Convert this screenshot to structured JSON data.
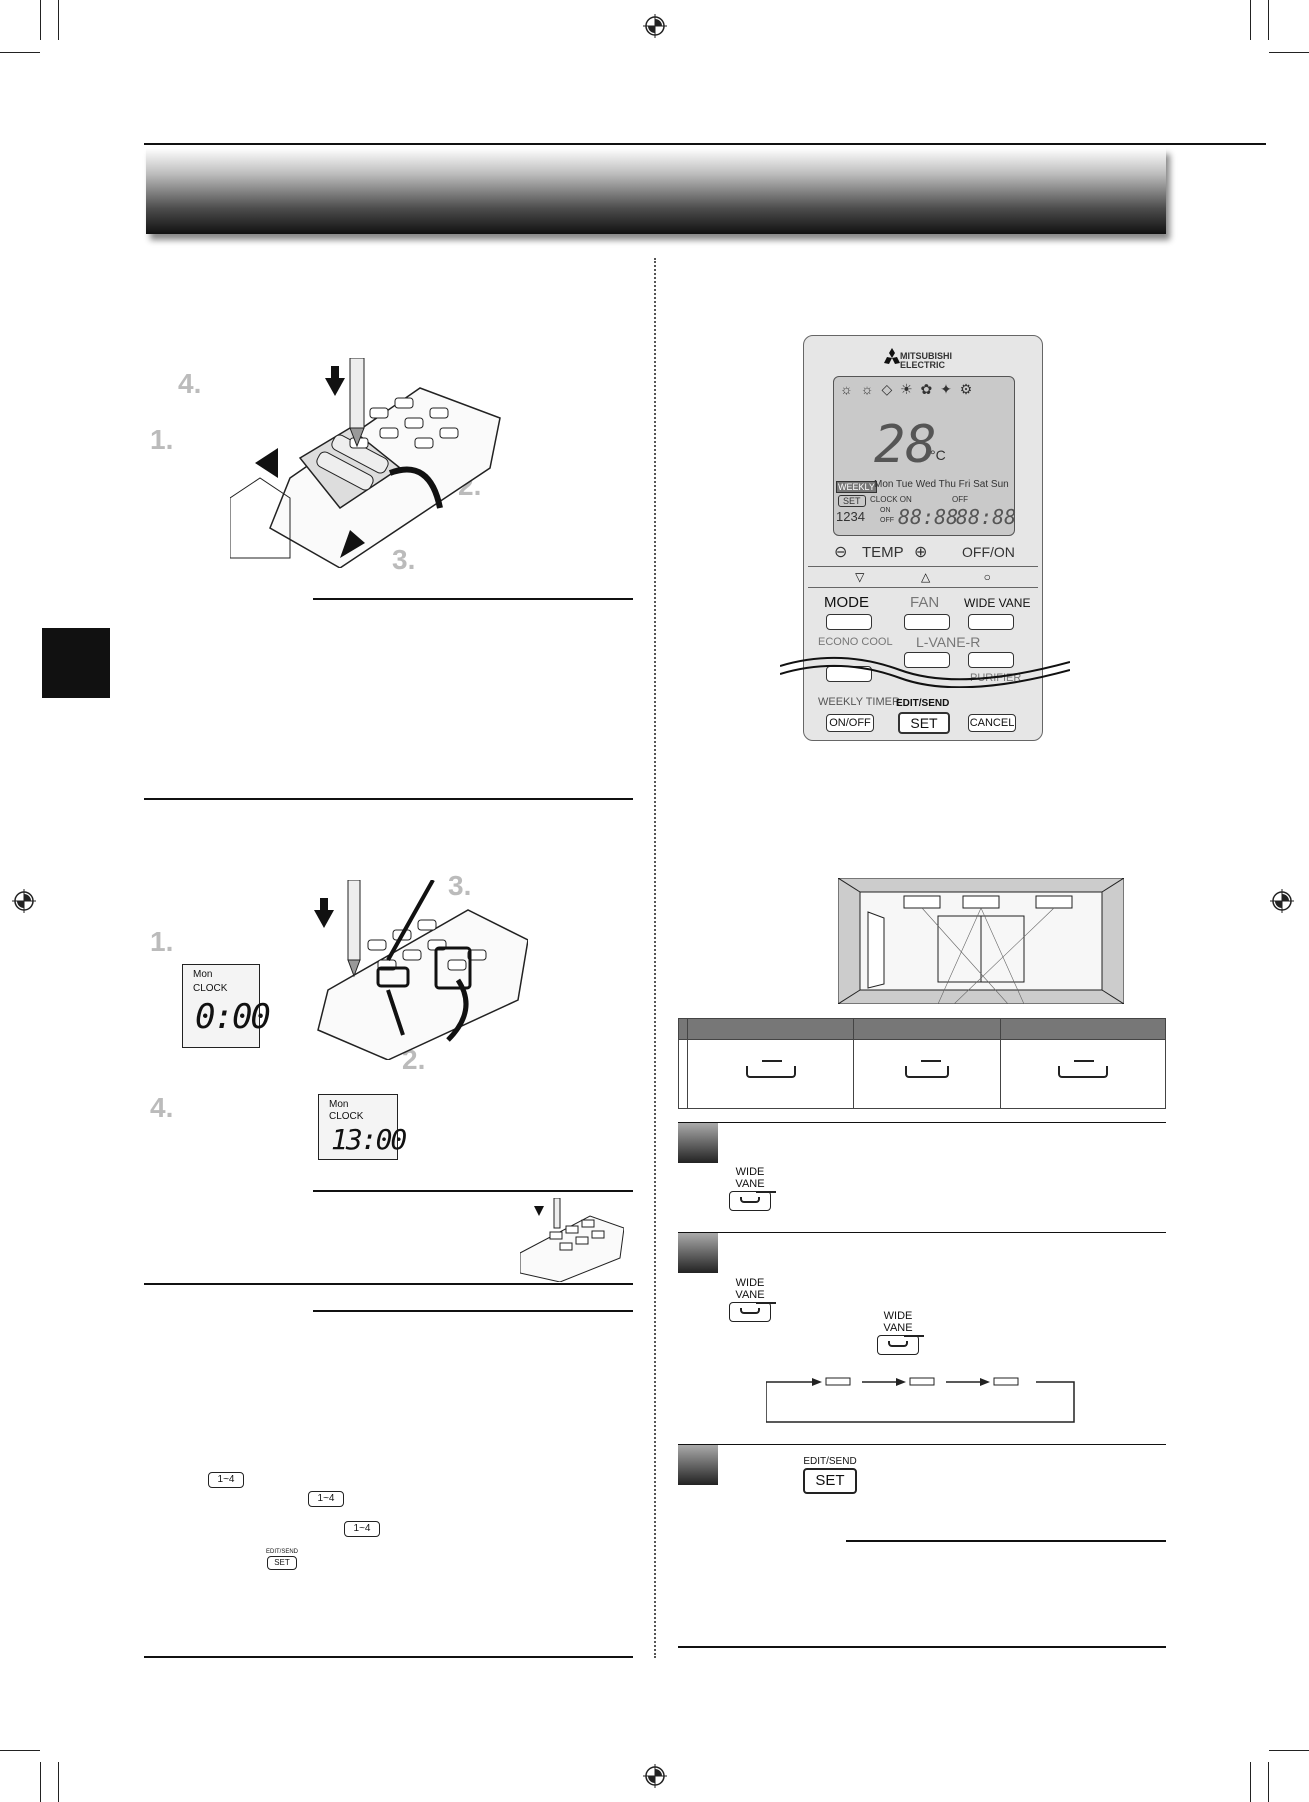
{
  "steps": {
    "battery": [
      "4.",
      "1.",
      "2.",
      "3."
    ],
    "clock": [
      "3.",
      "1.",
      "2.",
      "4."
    ]
  },
  "clock_display_1": {
    "day": "Mon",
    "label": "CLOCK",
    "time": "0:00"
  },
  "clock_display_2": {
    "day": "Mon",
    "label": "CLOCK",
    "time": "13:00"
  },
  "remote": {
    "brand": "MITSUBISHI ELECTRIC",
    "lcd_temp": "28",
    "lcd_unit": "°C",
    "lcd_weekly": "WEEKLY",
    "lcd_days": "Mon Tue Wed Thu Fri Sat Sun",
    "lcd_set": "SET",
    "lcd_clock_on": "CLOCK ON",
    "lcd_off": "OFF",
    "lcd_1234": "1234",
    "lcd_on": "ON",
    "lcd_off2": "OFF",
    "lcd_time1": "88:88",
    "lcd_time2": "88:88",
    "temp": "TEMP",
    "off_on": "OFF/ON",
    "mode": "MODE",
    "fan": "FAN",
    "wide_vane": "WIDE VANE",
    "econo_cool": "ECONO COOL",
    "l_vane_r": "L-VANE-R",
    "purifier": "PURIFIER",
    "weekly_timer": "WEEKLY TIMER",
    "edit_send": "EDIT/SEND",
    "set": "SET",
    "on_off": "ON/OFF",
    "cancel": "CANCEL"
  },
  "buttons": {
    "wide_vane_label": "WIDE VANE",
    "edit_send_label": "EDIT/SEND",
    "set_label": "SET",
    "range_label": "1~4"
  },
  "colors": {
    "header_dark": "#111111",
    "header_light": "#ffffff"
  }
}
